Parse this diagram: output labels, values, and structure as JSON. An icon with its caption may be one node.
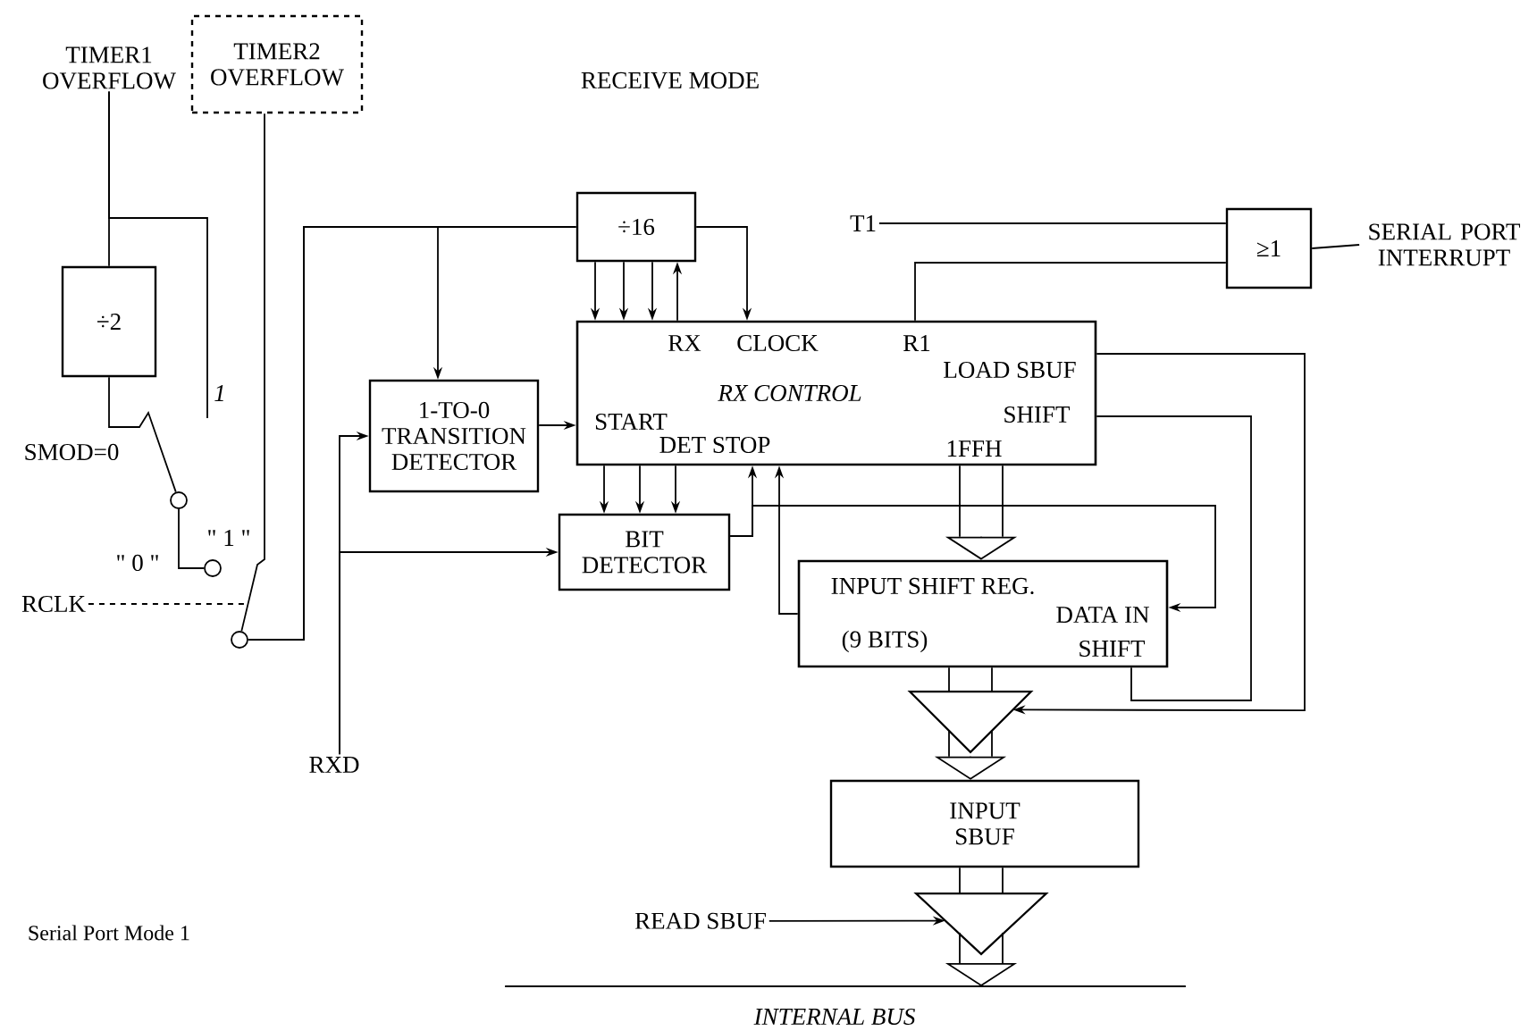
{
  "diagram": {
    "title": "RECEIVE MODE",
    "nodes": [
      {
        "text": [
          "TIMER1 OVERFLOW"
        ]
      },
      {
        "text": [
          "TIMER2 OVERFLOW"
        ]
      },
      {
        "text": [
          "÷2"
        ]
      },
      {
        "text": [
          "÷16"
        ]
      },
      {
        "text": [
          "1-TO-0 TRANSITION DETECTOR"
        ]
      },
      {
        "text": [
          "RX",
          "CLOCK",
          "R1",
          "LOAD SBUF",
          "RX CONTROL",
          "START",
          "SHIFT",
          "DET STOP",
          "1FFH"
        ]
      },
      {
        "text": [
          "BIT DETECTOR"
        ]
      },
      {
        "text": [
          "INPUT SHIFT REG.",
          "DATA IN",
          "(9 BITS)",
          "SHIFT"
        ]
      },
      {
        "text": [
          "INPUT SBUF"
        ]
      },
      {
        "text": [
          "≥1"
        ]
      },
      {
        "text": [],
        "shape": "triangle"
      },
      {
        "text": [],
        "shape": "triangle"
      },
      {
        "text": [],
        "shape": "bar",
        "beside": [
          "INTERNAL BUS"
        ]
      },
      {
        "text": [
          "T1"
        ]
      },
      {
        "text": [
          "SERIAL PORT INTERRUPT"
        ]
      },
      {
        "text": [
          "RXD"
        ]
      },
      {
        "text": [
          "RCLK"
        ]
      },
      {
        "text": [
          "READ SBUF"
        ]
      },
      {
        "text": [],
        "shape": "circle"
      },
      {
        "text": [],
        "shape": "circle"
      },
      {
        "text": [],
        "shape": "circle"
      }
    ],
    "edges": [
      {
        "from": 0,
        "to": 2,
        "arrow": "none"
      },
      {
        "from": 0,
        "to": null,
        "arrow": "none"
      },
      {
        "from": 2,
        "to": 18,
        "arrow": "none"
      },
      {
        "from": 18,
        "to": 19,
        "arrow": "none"
      },
      {
        "from": 1,
        "to": 20,
        "arrow": "none"
      },
      {
        "from": 20,
        "to": 3,
        "arrow": "none"
      },
      {
        "from": 20,
        "to": 4,
        "arrow": "to"
      },
      {
        "from": 16,
        "to": 20,
        "arrow": "none",
        "style": "dashed"
      },
      {
        "from": 3,
        "to": 5,
        "arrow": "to"
      },
      {
        "from": 3,
        "to": 5,
        "arrow": "to"
      },
      {
        "from": 3,
        "to": 5,
        "arrow": "to"
      },
      {
        "from": 5,
        "to": 3,
        "arrow": "to"
      },
      {
        "from": 3,
        "to": 5,
        "arrow": "to"
      },
      {
        "from": 4,
        "to": 5,
        "arrow": "to"
      },
      {
        "from": 15,
        "to": 4,
        "arrow": "to"
      },
      {
        "from": 15,
        "to": 6,
        "arrow": "to"
      },
      {
        "from": 5,
        "to": 6,
        "arrow": "to"
      },
      {
        "from": 5,
        "to": 6,
        "arrow": "to"
      },
      {
        "from": 5,
        "to": 6,
        "arrow": "to"
      },
      {
        "from": 6,
        "to": 5,
        "arrow": "to"
      },
      {
        "from": 6,
        "to": 7,
        "arrow": "to"
      },
      {
        "from": 7,
        "to": 5,
        "arrow": "to"
      },
      {
        "from": 5,
        "to": 7,
        "arrow": "to"
      },
      {
        "from": 5,
        "to": 7,
        "arrow": "none"
      },
      {
        "from": 7,
        "to": 10,
        "arrow": "none"
      },
      {
        "from": 5,
        "to": 10,
        "arrow": "to"
      },
      {
        "from": 10,
        "to": 8,
        "arrow": "to"
      },
      {
        "from": 8,
        "to": 11,
        "arrow": "none"
      },
      {
        "from": 17,
        "to": 11,
        "arrow": "to"
      },
      {
        "from": 11,
        "to": 12,
        "arrow": "to"
      },
      {
        "from": 13,
        "to": 9,
        "arrow": "none"
      },
      {
        "from": 5,
        "to": 9,
        "arrow": "none"
      },
      {
        "from": 9,
        "to": 14,
        "arrow": "none"
      }
    ],
    "labels": [
      "1",
      "SMOD=0",
      "\" 1 \"",
      "\" 0 \"",
      "Serial Port Mode 1"
    ]
  }
}
